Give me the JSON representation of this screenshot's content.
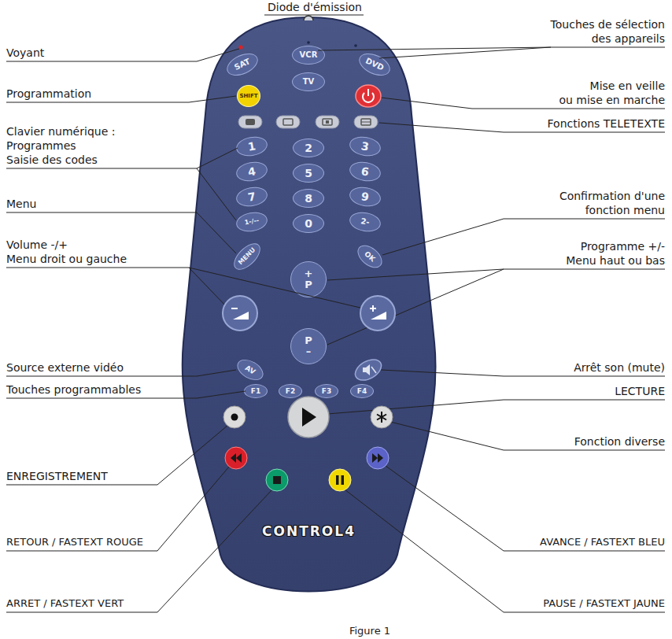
{
  "diagram": {
    "caption": "Figure 1",
    "nodes": [
      {
        "text": [
          "CONTROL4"
        ]
      },
      {
        "text": [
          "SAT"
        ],
        "in": 0
      },
      {
        "text": [
          "VCR"
        ],
        "in": 0
      },
      {
        "text": [
          "DVD"
        ],
        "in": 0
      },
      {
        "text": [
          "SHIFT"
        ],
        "in": 0
      },
      {
        "text": [
          "TV"
        ],
        "in": 0
      },
      {
        "text": [
          "1"
        ],
        "in": 0
      },
      {
        "text": [
          "2"
        ],
        "in": 0
      },
      {
        "text": [
          "3"
        ],
        "in": 0
      },
      {
        "text": [
          "4"
        ],
        "in": 0
      },
      {
        "text": [
          "5"
        ],
        "in": 0
      },
      {
        "text": [
          "6"
        ],
        "in": 0
      },
      {
        "text": [
          "7"
        ],
        "in": 0
      },
      {
        "text": [
          "8"
        ],
        "in": 0
      },
      {
        "text": [
          "9"
        ],
        "in": 0
      },
      {
        "text": [
          "1-/--"
        ],
        "in": 0
      },
      {
        "text": [
          "0"
        ],
        "in": 0
      },
      {
        "text": [
          "2-"
        ],
        "in": 0
      },
      {
        "text": [
          "MENU"
        ],
        "in": 0
      },
      {
        "text": [
          "OK"
        ],
        "in": 0
      },
      {
        "text": [
          "+ P"
        ],
        "in": 0
      },
      {
        "text": [
          "P –"
        ],
        "in": 0
      },
      {
        "text": [
          "AV"
        ],
        "in": 0
      },
      {
        "text": [
          "F1"
        ],
        "in": 0
      },
      {
        "text": [
          "F2"
        ],
        "in": 0
      },
      {
        "text": [
          "F3"
        ],
        "in": 0
      },
      {
        "text": [
          "F4"
        ],
        "in": 0
      }
    ],
    "labels": [
      "Diode d'émission",
      "Voyant",
      "Touches de sélection",
      "des appareils",
      "Programmation",
      "Mise en veille",
      "ou mise en marche",
      "Fonctions TELETEXTE",
      "Clavier numérique :",
      "Programmes",
      "Saisie des codes",
      "Menu",
      "Confirmation d'une",
      "fonction menu",
      "Volume -/+",
      "Menu droit ou gauche",
      "Programme +/-",
      "Menu haut ou bas",
      "Source externe vidéo",
      "Arrêt son (mute)",
      "Touches programmables",
      "LECTURE",
      "Fonction diverse",
      "ENREGISTREMENT",
      "RETOUR / FASTEXT ROUGE",
      "AVANCE / FASTEXT BLEU",
      "ARRET / FASTEXT VERT",
      "PAUSE / FASTEXT JAUNE"
    ]
  }
}
